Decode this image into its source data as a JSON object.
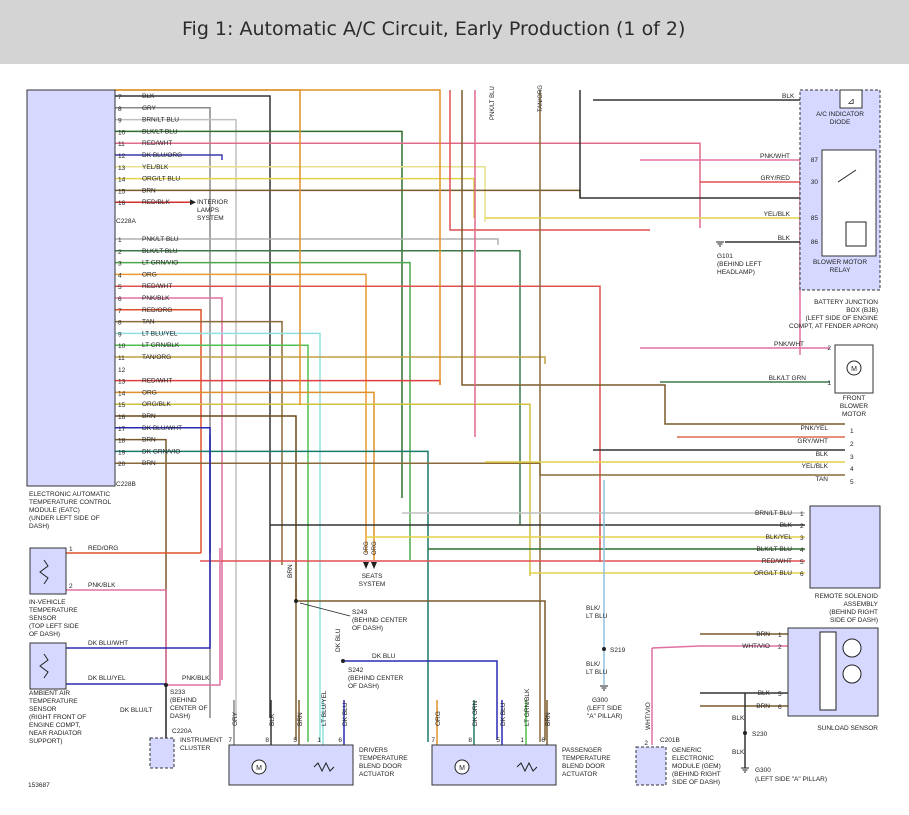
{
  "title": "Fig 1: Automatic A/C Circuit, Early Production (1 of 2)",
  "figure_number": "153687",
  "eatc": {
    "label": [
      "ELECTRONIC AUTOMATIC",
      "TEMPERATURE CONTROL",
      "MODULE (EATC)",
      "(UNDER LEFT SIDE OF",
      "DASH)"
    ],
    "connector_a": "C228A",
    "connector_b": "C228B",
    "pins_a": [
      {
        "n": "7",
        "wire": "BLK",
        "color": "#333333"
      },
      {
        "n": "8",
        "wire": "GRY",
        "color": "#888888"
      },
      {
        "n": "9",
        "wire": "BRN/LT BLU",
        "color": "#c0c0c0"
      },
      {
        "n": "10",
        "wire": "BLK/LT BLU",
        "color": "#2f6f2f"
      },
      {
        "n": "11",
        "wire": "RED/WHT",
        "color": "#e06a8a"
      },
      {
        "n": "12",
        "wire": "DK BLU/ORG",
        "color": "#3a3ab0"
      },
      {
        "n": "13",
        "wire": "YEL/BLK",
        "color": "#e6e08a"
      },
      {
        "n": "14",
        "wire": "ORG/LT BLU",
        "color": "#e3d24a"
      },
      {
        "n": "15",
        "wire": "BRN",
        "color": "#7a5a2a"
      },
      {
        "n": "16",
        "wire": "RED/BLK",
        "color": "#d33030"
      }
    ],
    "pins_b": [
      {
        "n": "1",
        "wire": "PNK/LT BLU",
        "color": "#b0b0b0"
      },
      {
        "n": "2",
        "wire": "BLK/LT BLU",
        "color": "#3a7a4a"
      },
      {
        "n": "3",
        "wire": "LT GRN/VIO",
        "color": "#4aa84a"
      },
      {
        "n": "4",
        "wire": "ORG",
        "color": "#e89a30"
      },
      {
        "n": "5",
        "wire": "RED/WHT",
        "color": "#e05050"
      },
      {
        "n": "6",
        "wire": "PNK/BLK",
        "color": "#e070a0"
      },
      {
        "n": "7",
        "wire": "RED/ORG",
        "color": "#e0502a"
      },
      {
        "n": "8",
        "wire": "TAN",
        "color": "#8a6a3a"
      },
      {
        "n": "9",
        "wire": "LT BLU/YEL",
        "color": "#90e0e0"
      },
      {
        "n": "10",
        "wire": "LT GRN/BLK",
        "color": "#50c050"
      },
      {
        "n": "11",
        "wire": "TAN/ORG",
        "color": "#c0a040"
      },
      {
        "n": "12",
        "wire": "",
        "color": ""
      },
      {
        "n": "13",
        "wire": "RED/WHT",
        "color": "#e04040"
      },
      {
        "n": "14",
        "wire": "ORG",
        "color": "#e0902a"
      },
      {
        "n": "15",
        "wire": "ORG/BLK",
        "color": "#d0c040"
      },
      {
        "n": "16",
        "wire": "BRN",
        "color": "#6a4a1a"
      },
      {
        "n": "17",
        "wire": "DK BLU/WHT",
        "color": "#2a2ab0"
      },
      {
        "n": "18",
        "wire": "BRN",
        "color": "#7a5a2a"
      },
      {
        "n": "19",
        "wire": "DK GRN/VIO",
        "color": "#1a7a6a"
      },
      {
        "n": "20",
        "wire": "BRN",
        "color": "#8a6a3a"
      }
    ],
    "lamps_label": [
      "INTERIOR",
      "LAMPS",
      "SYSTEM"
    ]
  },
  "vertical_wire_labels": {
    "pnk_lt_blu": "PNK/LT BLU",
    "tan_org": "TAN/ORG"
  },
  "ac_indicator": {
    "wire": "BLK",
    "label": [
      "A/C INDICATOR",
      "DIODE"
    ]
  },
  "relay": {
    "label": [
      "BLOWER MOTOR",
      "RELAY"
    ],
    "pins": [
      {
        "n": "87",
        "wire": "PNK/WHT"
      },
      {
        "n": "30",
        "wire": "GRY/RED"
      },
      {
        "n": "85",
        "wire": "YEL/BLK"
      },
      {
        "n": "86",
        "wire": "BLK"
      }
    ]
  },
  "g101": {
    "id": "G101",
    "label": [
      "(BEHIND LEFT",
      "HEADLAMP)"
    ]
  },
  "bjb": {
    "label": [
      "BATTERY JUNCTION",
      "BOX (BJB)",
      "(LEFT SIDE OF ENGINE",
      "COMPT, AT FENDER APRON)"
    ]
  },
  "blower": {
    "pins": [
      {
        "n": "2",
        "wire": "PNK/WHT"
      },
      {
        "n": "1",
        "wire": "BLK/LT GRN"
      }
    ],
    "label": [
      "FRONT",
      "BLOWER",
      "MOTOR"
    ],
    "motor_symbol": "M"
  },
  "right_connector": {
    "pins": [
      {
        "n": "1",
        "wire": "PNK/YEL"
      },
      {
        "n": "2",
        "wire": "GRY/WHT"
      },
      {
        "n": "3",
        "wire": "BLK"
      },
      {
        "n": "4",
        "wire": "YEL/BLK"
      },
      {
        "n": "5",
        "wire": "TAN"
      }
    ]
  },
  "rsa": {
    "pins": [
      {
        "n": "1",
        "wire": "BRN/LT BLU"
      },
      {
        "n": "2",
        "wire": "BLK"
      },
      {
        "n": "3",
        "wire": "BLK/YEL"
      },
      {
        "n": "4",
        "wire": "BLK/LT BLU"
      },
      {
        "n": "5",
        "wire": "RED/WHT"
      },
      {
        "n": "6",
        "wire": "ORG/LT BLU"
      }
    ],
    "label": [
      "REMOTE SOLENOID",
      "ASSEMBLY",
      "(BEHIND RIGHT",
      "SIDE OF DASH)"
    ]
  },
  "in_vehicle_sensor": {
    "pins": [
      {
        "n": "1",
        "wire": "RED/ORG"
      },
      {
        "n": "2",
        "wire": "PNK/BLK"
      }
    ],
    "label": [
      "IN-VEHICLE",
      "TEMPERATURE",
      "SENSOR",
      "(TOP LEFT SIDE",
      "OF DASH)"
    ]
  },
  "ambient_sensor": {
    "wires": [
      "DK BLU/WHT",
      "DK BLU/YEL"
    ],
    "label": [
      "AMBIENT AIR",
      "TEMPERATURE",
      "SENSOR",
      "(RIGHT FRONT OF",
      "ENGINE COMPT,",
      "NEAR RADIATOR",
      "SUPPORT)"
    ]
  },
  "s233": {
    "id": "S233",
    "label": [
      "(BEHIND",
      "CENTER OF",
      "DASH)"
    ],
    "wires": [
      "PNK/BLK",
      "DK BLU/LT"
    ]
  },
  "instrument_cluster": {
    "connector": "C220A",
    "label": [
      "INSTRUMENT",
      "CLUSTER"
    ]
  },
  "seats": {
    "wires": [
      "ORG",
      "ORG"
    ],
    "label": [
      "SEATS",
      "SYSTEM"
    ]
  },
  "s243": {
    "id": "S243",
    "label": [
      "(BEHIND CENTER",
      "OF DASH)"
    ],
    "wire": "BRN"
  },
  "s242": {
    "id": "S242",
    "label": [
      "(BEHIND CENTER",
      "OF DASH)"
    ],
    "wires": [
      "DK BLU",
      "DK BLU"
    ]
  },
  "drivers_actuator": {
    "wires": [
      "GRY",
      "BLK",
      "BRN",
      "LT BLU/YEL",
      "DK BLU"
    ],
    "pins": [
      "7",
      "8",
      "5",
      "1",
      "6"
    ],
    "label": [
      "DRIVERS",
      "TEMPERATURE",
      "BLEND DOOR",
      "ACTUATOR"
    ]
  },
  "passenger_actuator": {
    "wires": [
      "ORG",
      "DK GRN",
      "DK BLU",
      "LT GRN/BLK",
      "BRN"
    ],
    "pins": [
      "7",
      "8",
      "5",
      "1",
      "6"
    ],
    "label": [
      "PASSENGER",
      "TEMPERATURE",
      "BLEND DOOR",
      "ACTUATOR"
    ]
  },
  "s219": {
    "id": "S219",
    "wires": [
      "BLK/",
      "LT BLU",
      "BLK/",
      "LT BLU"
    ]
  },
  "g300_left": {
    "id": "G300",
    "label": [
      "(LEFT SIDE",
      "\"A\" PILLAR)"
    ]
  },
  "gem": {
    "wire": "WHT/VIO",
    "connector": "C201B",
    "pin": "2",
    "label": [
      "GENERIC",
      "ELECTRONIC",
      "MODULE (GEM)",
      "(BEHIND RIGHT",
      "SIDE OF DASH)"
    ]
  },
  "sunload": {
    "pins": [
      {
        "n": "1",
        "wire": "BRN"
      },
      {
        "n": "2",
        "wire": "WHT/VIO"
      },
      {
        "n": "5",
        "wire": "BLK"
      },
      {
        "n": "6",
        "wire": "BRN"
      }
    ],
    "label": "SUNLOAD SENSOR"
  },
  "s230": {
    "id": "S230",
    "wires": [
      "BLK",
      "BLK"
    ]
  },
  "g300_right": {
    "id": "G300",
    "label": "(LEFT SIDE \"A\" PILLAR)"
  }
}
